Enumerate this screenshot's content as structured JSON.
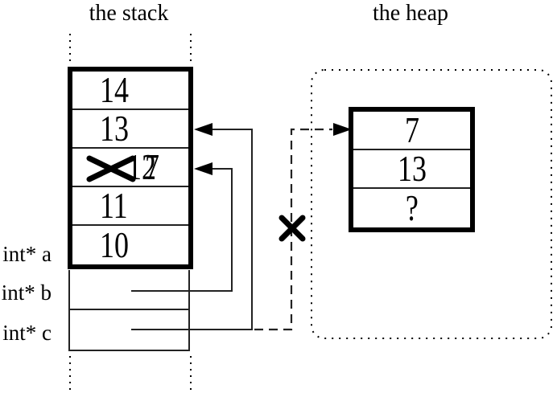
{
  "stack": {
    "title": "the stack",
    "cells": [
      {
        "value": "14"
      },
      {
        "value": "13"
      },
      {
        "value": "12",
        "crossed_out": true,
        "new_value": "7"
      },
      {
        "value": "11"
      },
      {
        "value": "10"
      }
    ],
    "pointer_rows": [
      {
        "label": "int* a"
      },
      {
        "label": "int* b"
      },
      {
        "label": "int* c"
      }
    ]
  },
  "heap": {
    "title": "the heap",
    "cells": [
      {
        "value": "7"
      },
      {
        "value": "13"
      },
      {
        "value": "?"
      }
    ]
  },
  "icons": {
    "cross_out": "diagonal X cross-out mark",
    "arrowhead": "filled triangle arrowhead"
  },
  "colors": {
    "ink": "#000000",
    "thin_line": "#222222",
    "background": "#ffffff"
  }
}
